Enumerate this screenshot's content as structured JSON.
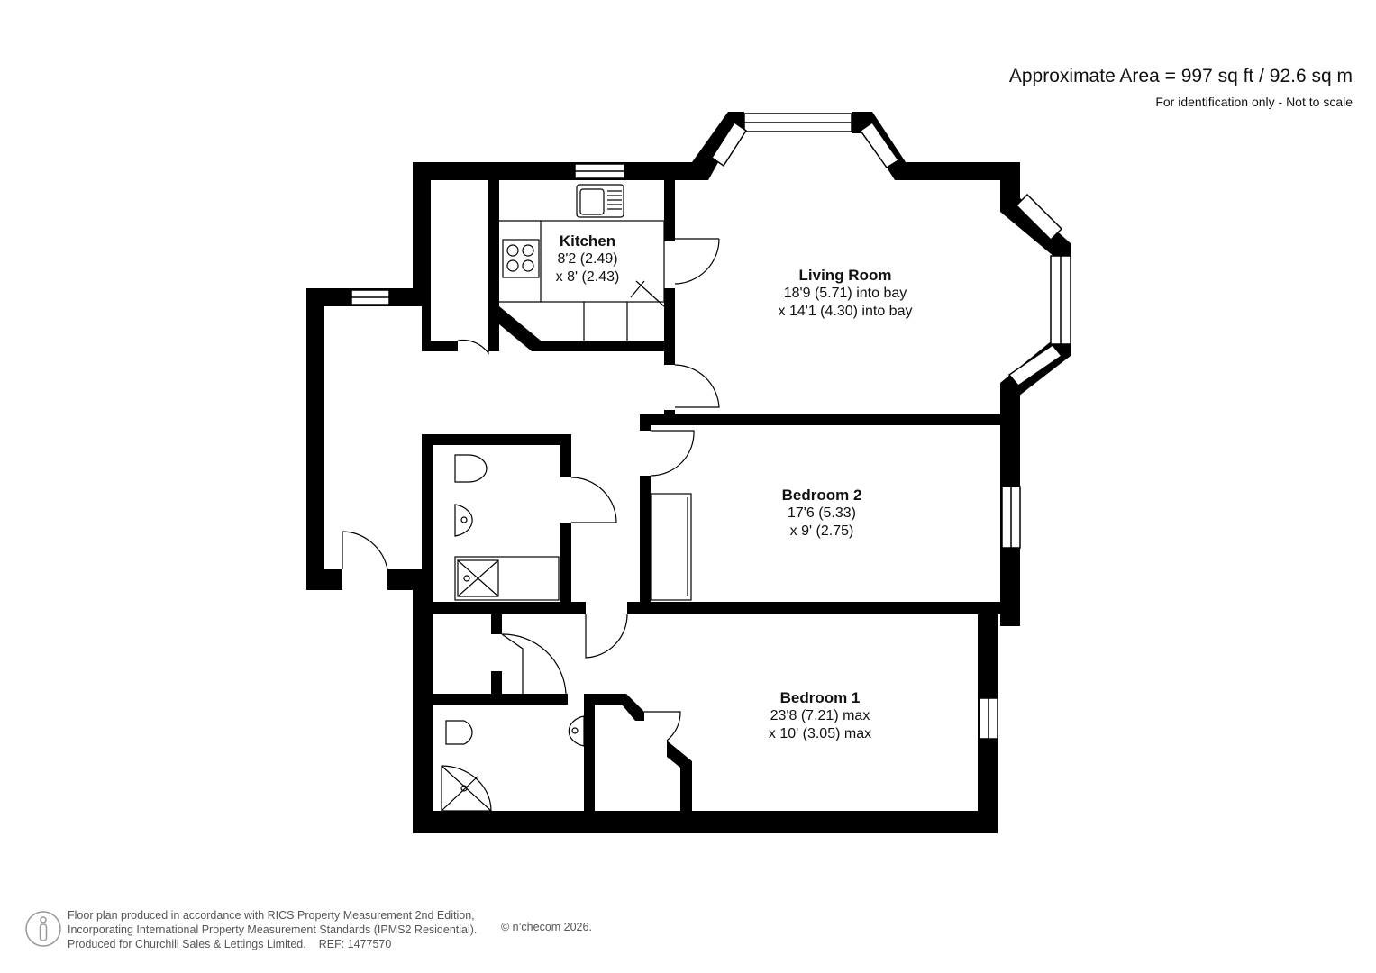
{
  "header": {
    "area": "Approximate Area = 997 sq ft / 92.6 sq m",
    "note": "For identification only - Not to scale"
  },
  "rooms": {
    "kitchen": {
      "name": "Kitchen",
      "dim1": "8'2 (2.49)",
      "dim2": "x 8' (2.43)"
    },
    "living": {
      "name": "Living Room",
      "dim1": "18'9 (5.71) into bay",
      "dim2": "x 14'1 (4.30) into bay"
    },
    "bedroom2": {
      "name": "Bedroom 2",
      "dim1": "17'6 (5.33)",
      "dim2": "x 9' (2.75)"
    },
    "bedroom1": {
      "name": "Bedroom 1",
      "dim1": "23'8 (7.21) max",
      "dim2": "x 10' (3.05) max"
    }
  },
  "footer": {
    "line1": "Floor plan produced in accordance with RICS Property Measurement 2nd Edition,",
    "line2": "Incorporating International Property Measurement Standards (IPMS2 Residential).",
    "line3": "Produced for Churchill Sales & Lettings Limited.",
    "ref": "REF: 1477570",
    "copyright": "© n’checom 2026.",
    "logo_icon": "person-icon"
  }
}
